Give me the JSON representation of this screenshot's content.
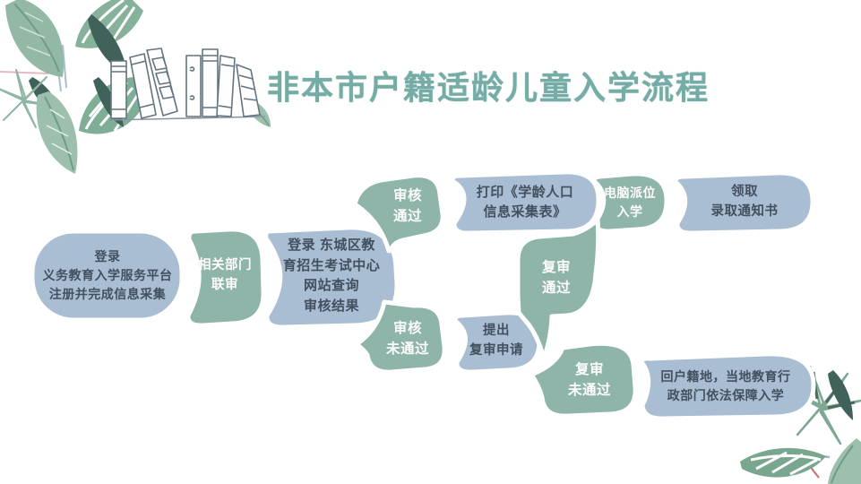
{
  "slide": {
    "title": "非本市户籍适龄儿童入学流程"
  },
  "colors": {
    "blue": "#a9bdd3",
    "teal": "#8fb4a9",
    "title_teal": "#76aca6",
    "text_dark": "#43505f",
    "text_light": "#fdfdfd",
    "sketch_line": "#64747f",
    "leaf_mid": "#93b8a6",
    "leaf_dark": "#41625a",
    "leaf_pale": "#d8e9df"
  },
  "flowchart": {
    "nodes": [
      {
        "id": "login-platform",
        "color": "blue",
        "text": "登录\n义务教育入学服务平台\n注册并完成信息采集"
      },
      {
        "id": "joint-review",
        "color": "teal",
        "text": "相关部门\n联审"
      },
      {
        "id": "check-result",
        "color": "blue",
        "text": "登录 东城区教\n育招生考试中心\n网站查询\n审核结果"
      },
      {
        "id": "review-passed",
        "color": "teal",
        "text": "审核\n通过"
      },
      {
        "id": "print-form",
        "color": "blue",
        "text": "打印《学龄人口\n信息采集表》"
      },
      {
        "id": "computer-allocation",
        "color": "teal",
        "text": "电脑派位\n入学"
      },
      {
        "id": "admission-notice",
        "color": "blue",
        "text": "领取\n录取通知书"
      },
      {
        "id": "review-failed",
        "color": "teal",
        "text": "审核\n未通过"
      },
      {
        "id": "reapply",
        "color": "blue",
        "text": "提出\n复审申请"
      },
      {
        "id": "recheck-passed",
        "color": "teal",
        "text": "复审\n通过"
      },
      {
        "id": "recheck-failed",
        "color": "teal",
        "text": "复审\n未通过"
      },
      {
        "id": "return-hometown",
        "color": "blue",
        "text": "回户籍地，当地教育行\n政部门依法保障入学"
      }
    ]
  },
  "decorations": [
    "plant-top-left-illustration",
    "leaf-near-title-illustration",
    "books-sketch-illustration",
    "plant-bottom-right-illustration"
  ]
}
